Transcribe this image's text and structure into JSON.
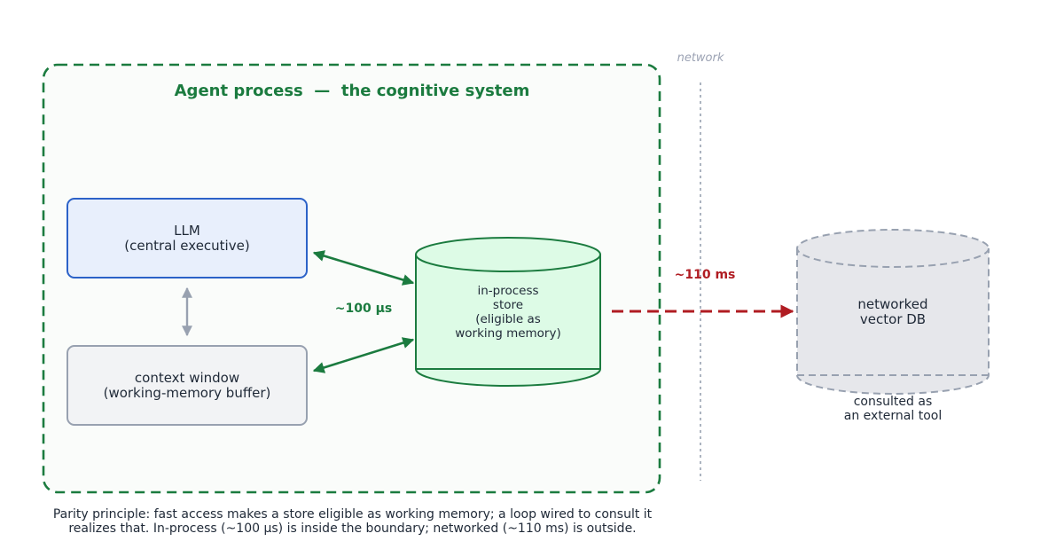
{
  "colors": {
    "boundary": "#1b7b3f",
    "boundary_fill": "#fafcfa",
    "llm_stroke": "#2c62c8",
    "llm_fill": "#e8effc",
    "context_stroke": "#98a1b0",
    "context_fill": "#f2f3f5",
    "store_stroke": "#1b7b3f",
    "store_fill": "#ddfbe6",
    "remote_stroke": "#98a1b0",
    "remote_fill": "#e6e7eb",
    "network_arrow": "#b01c22",
    "network_label": "#9ca3b4",
    "neutral_arrow": "#98a1b0",
    "text": "#1f2937"
  },
  "diagram": {
    "boundary_title": "Agent process  —  the cognitive system",
    "network_label": "network",
    "llm": {
      "line1": "LLM",
      "line2": "(central executive)"
    },
    "context_window": {
      "line1": "context window",
      "line2": "(working-memory buffer)"
    },
    "in_process_store": {
      "lines": [
        "in-process",
        "store",
        "(eligible as",
        "working memory)"
      ]
    },
    "networked_db": {
      "line1": "networked",
      "line2": "vector DB"
    },
    "networked_note": {
      "line1": "consulted as",
      "line2": "an external tool"
    },
    "latency_local": "~100 µs",
    "latency_network": "~110 ms"
  },
  "caption": {
    "line1": "Parity principle: fast access makes a store eligible as working memory; a loop wired to consult it",
    "line2": "realizes that. In-process (~100 µs) is inside the boundary; networked (~110 ms) is outside."
  }
}
